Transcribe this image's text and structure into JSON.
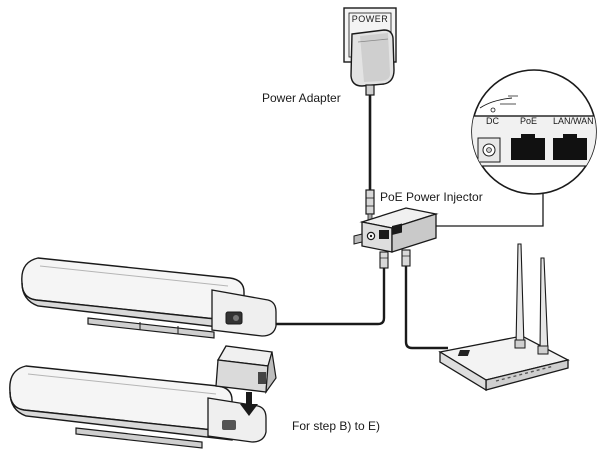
{
  "labels": {
    "outlet": "POWER",
    "power_adapter": "Power Adapter",
    "poe_injector": "PoE Power Injector",
    "step_note": "For step B) to E)"
  },
  "callout": {
    "port_dc": "DC",
    "port_poe": "PoE",
    "port_lan_wan": "LAN/WAN"
  }
}
